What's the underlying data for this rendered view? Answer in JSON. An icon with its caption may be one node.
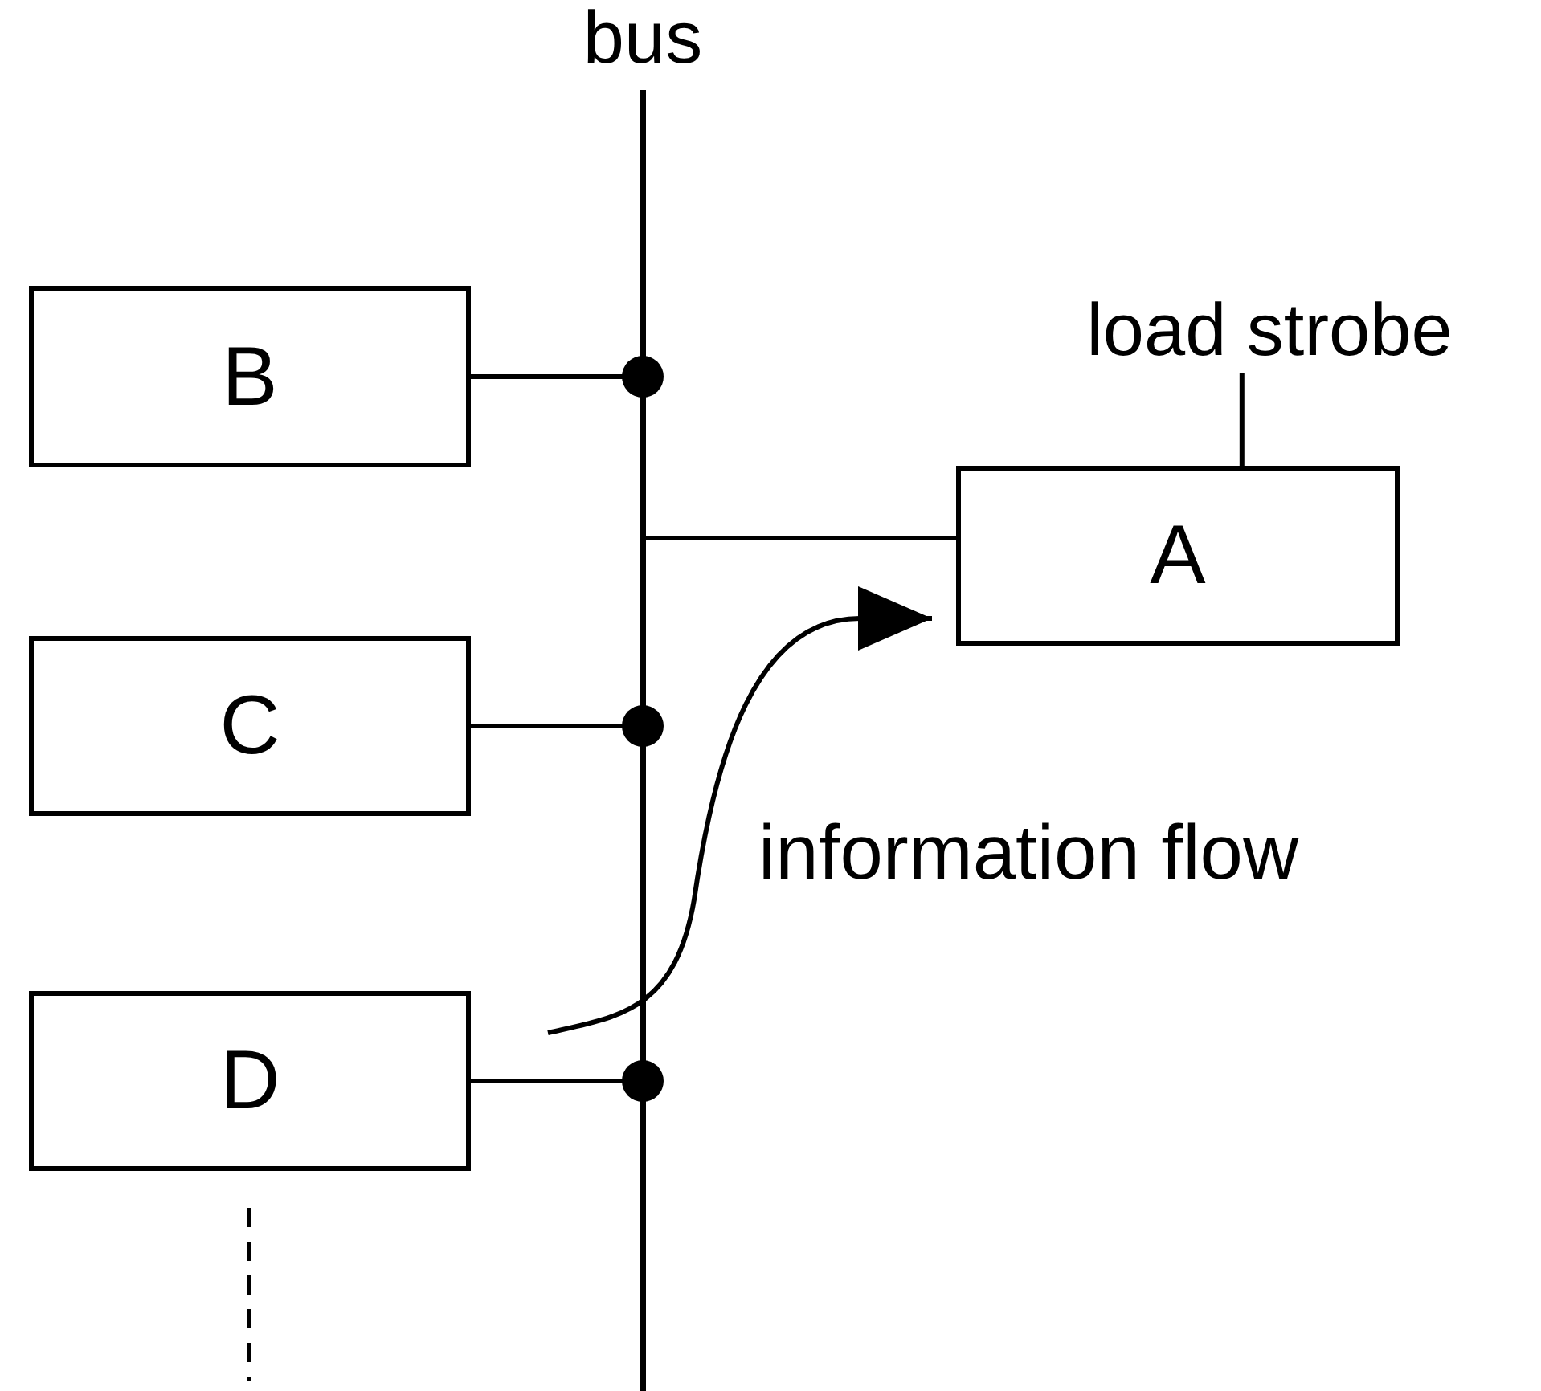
{
  "diagram": {
    "nodes": [
      {
        "text": [
          "bus"
        ]
      },
      {
        "text": [
          "B"
        ]
      },
      {
        "text": [
          "load strobe"
        ]
      },
      {
        "text": [
          "A"
        ]
      },
      {
        "text": [
          "C"
        ]
      },
      {
        "text": [
          "D"
        ]
      }
    ],
    "edges": [
      {
        "from": 1,
        "to": 0,
        "arrow": "other"
      },
      {
        "from": 3,
        "to": 0,
        "arrow": "none"
      },
      {
        "from": 2,
        "to": 3,
        "arrow": "none"
      },
      {
        "from": 4,
        "to": 0,
        "arrow": "other"
      },
      {
        "from": 5,
        "to": 3,
        "arrow": "to",
        "label": "information flow"
      },
      {
        "from": 5,
        "to": 0,
        "arrow": "other"
      }
    ]
  }
}
